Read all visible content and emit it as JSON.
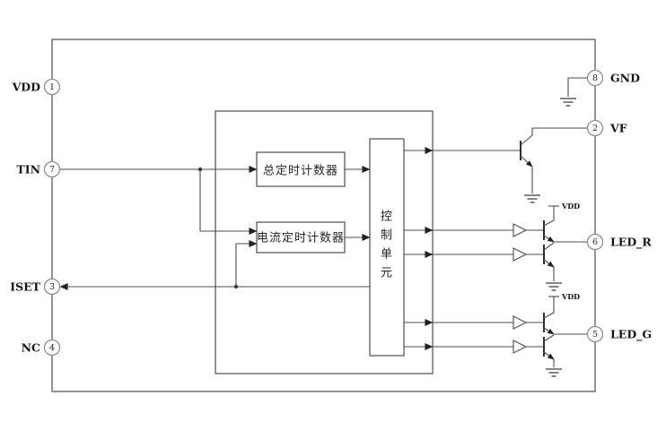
{
  "diagram": {
    "pins_left": [
      {
        "label": "VDD",
        "number": "1"
      },
      {
        "label": "TIN",
        "number": "7"
      },
      {
        "label": "ISET",
        "number": "3"
      },
      {
        "label": "NC",
        "number": "4"
      }
    ],
    "pins_right": [
      {
        "label": "GND",
        "number": "8"
      },
      {
        "label": "VF",
        "number": "2"
      },
      {
        "label": "LED_R",
        "number": "6"
      },
      {
        "label": "LED_G",
        "number": "5"
      }
    ],
    "blocks": {
      "total_timing_counter": "总定时计数器",
      "current_timing_counter": "电流定时计数器",
      "control_unit": "控制单元",
      "control_unit_chars": [
        "控",
        "制",
        "单",
        "元"
      ]
    },
    "power": {
      "vdd_label": "VDD"
    },
    "colors": {
      "wire": "#4c4c4c",
      "text": "#14141f",
      "pin_circle": "#8f8f8f"
    }
  }
}
